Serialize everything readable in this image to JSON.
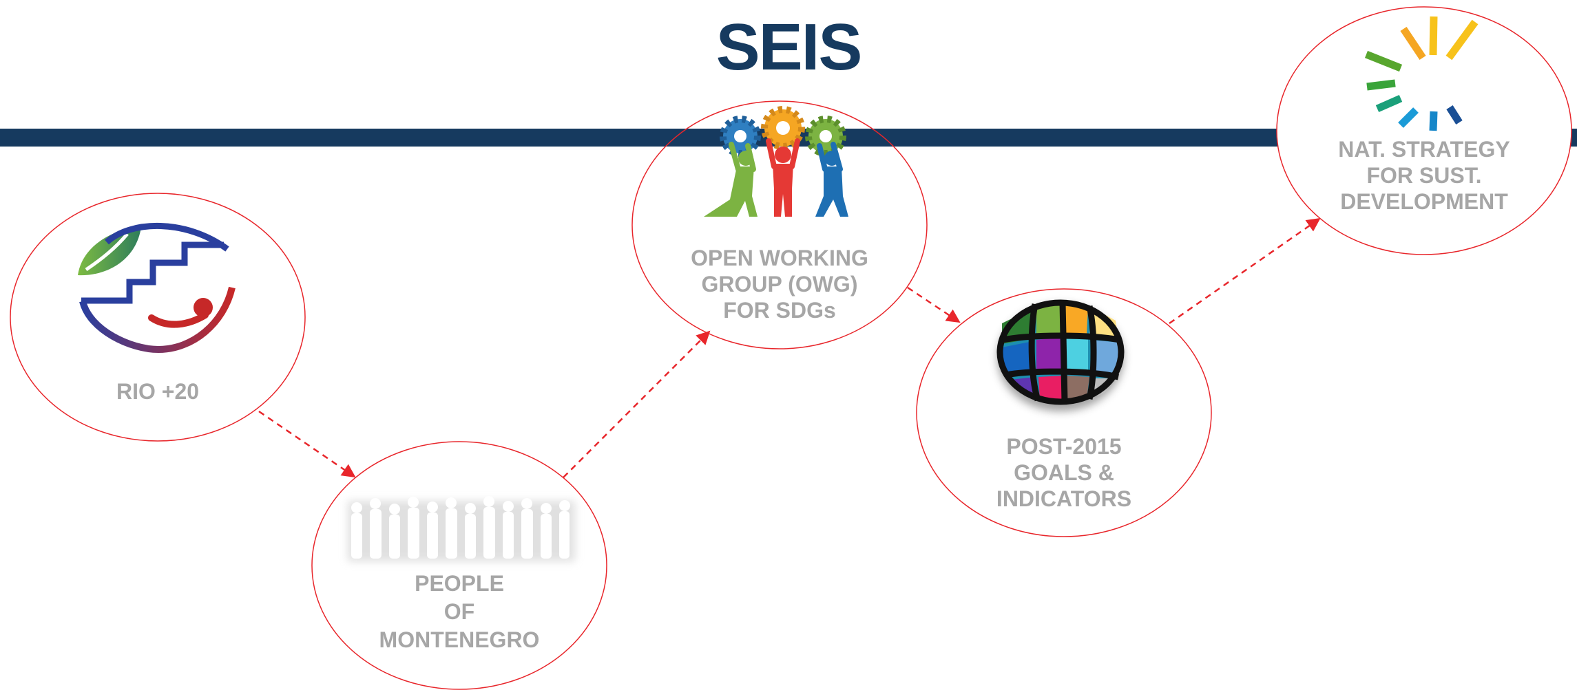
{
  "title": "SEIS",
  "colors": {
    "title": "#163a5f",
    "band": "#163a5f",
    "node_outline": "#e8262b",
    "arrow": "#e8262b",
    "label": "#a6a6a6"
  },
  "nodes": [
    {
      "id": "rio",
      "label": "RIO +20",
      "icon": "rio-plus-20-logo"
    },
    {
      "id": "people",
      "label": "PEOPLE\nOF\nMONTENEGRO",
      "icon": "people-crowd-icon"
    },
    {
      "id": "owg",
      "label": "OPEN WORKING\nGROUP (OWG)\nFOR SDGs",
      "icon": "gears-team-icon"
    },
    {
      "id": "post2015",
      "label": "POST-2015\nGOALS &\nINDICATORS",
      "icon": "globe-icon"
    },
    {
      "id": "nssd",
      "label": "NAT. STRATEGY\nFOR SUST.\nDEVELOPMENT",
      "icon": "sunburst-icon"
    }
  ],
  "edges": [
    [
      "rio",
      "people"
    ],
    [
      "people",
      "owg"
    ],
    [
      "owg",
      "post2015"
    ],
    [
      "post2015",
      "nssd"
    ]
  ]
}
